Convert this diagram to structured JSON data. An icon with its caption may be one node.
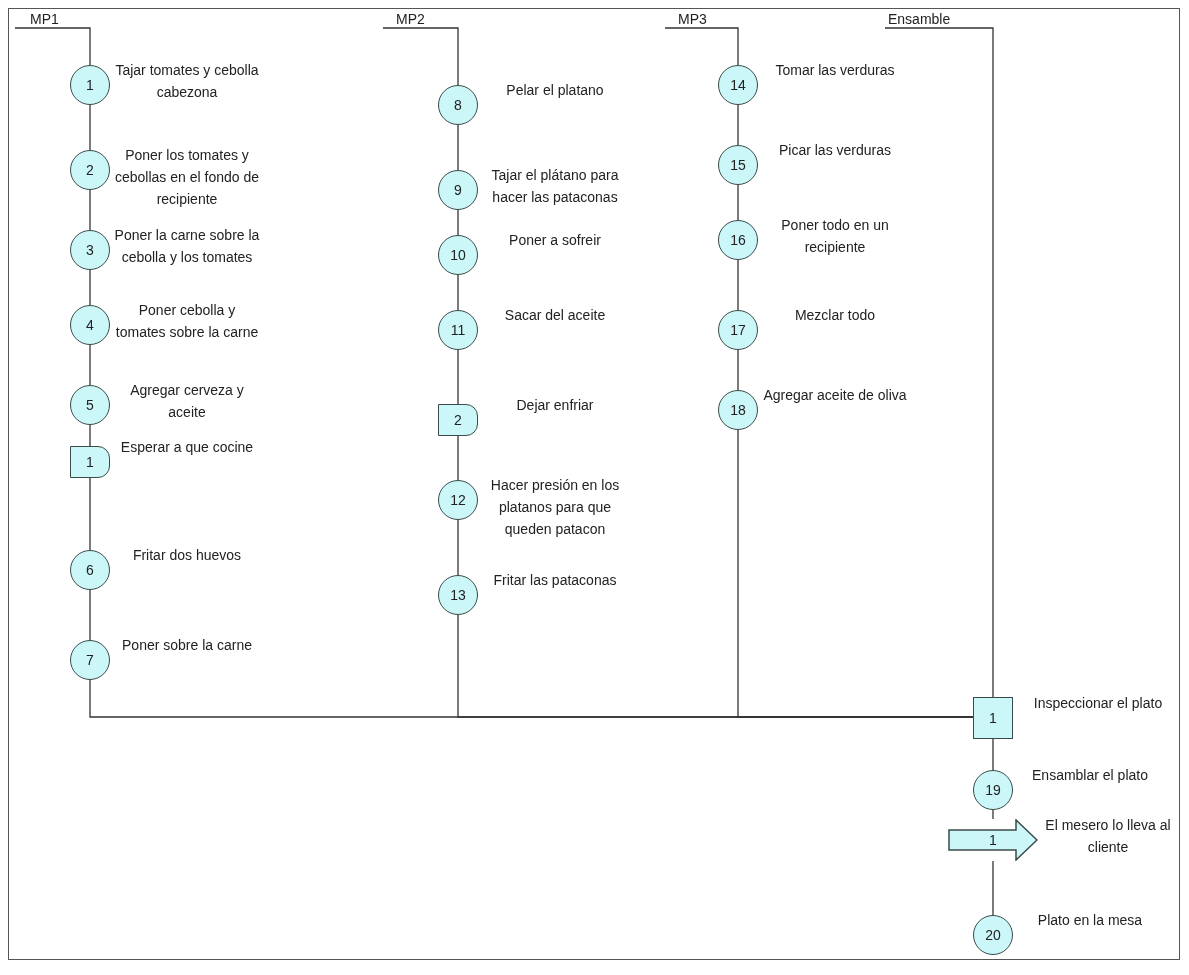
{
  "diagram": {
    "nodes": [
      {
        "text": [
          "MP1"
        ]
      },
      {
        "text": [
          "1"
        ],
        "beside": [
          "Tajar tomates y cebolla cabezona"
        ]
      },
      {
        "text": [
          "2"
        ],
        "beside": [
          "Poner los tomates y cebollas en el fondo de recipiente"
        ]
      },
      {
        "text": [
          "3"
        ],
        "beside": [
          "Poner la carne sobre la cebolla y los tomates"
        ]
      },
      {
        "text": [
          "4"
        ],
        "beside": [
          "Poner cebolla y tomates sobre la carne"
        ]
      },
      {
        "text": [
          "5"
        ],
        "beside": [
          "Agregar cerveza y aceite"
        ]
      },
      {
        "text": [
          "1"
        ],
        "beside": [
          "Esperar a que cocine"
        ]
      },
      {
        "text": [
          "6"
        ],
        "beside": [
          "Fritar dos huevos"
        ]
      },
      {
        "text": [
          "7"
        ],
        "beside": [
          "Poner sobre la carne"
        ]
      },
      {
        "text": [
          "MP2"
        ]
      },
      {
        "text": [
          "8"
        ],
        "beside": [
          "Pelar el platano"
        ]
      },
      {
        "text": [
          "9"
        ],
        "beside": [
          "Tajar el plátano para hacer las pataconas"
        ]
      },
      {
        "text": [
          "10"
        ],
        "beside": [
          "Poner a sofreir"
        ]
      },
      {
        "text": [
          "11"
        ],
        "beside": [
          "Sacar del aceite"
        ]
      },
      {
        "text": [
          "2"
        ],
        "beside": [
          "Dejar enfriar"
        ]
      },
      {
        "text": [
          "12"
        ],
        "beside": [
          "Hacer presión en los platanos para que queden patacon"
        ]
      },
      {
        "text": [
          "13"
        ],
        "beside": [
          "Fritar las pataconas"
        ]
      },
      {
        "text": [
          "MP3"
        ]
      },
      {
        "text": [
          "14"
        ],
        "beside": [
          "Tomar las verduras"
        ]
      },
      {
        "text": [
          "15"
        ],
        "beside": [
          "Picar las verduras"
        ]
      },
      {
        "text": [
          "16"
        ],
        "beside": [
          "Poner todo en un recipiente"
        ]
      },
      {
        "text": [
          "17"
        ],
        "beside": [
          "Mezclar todo"
        ]
      },
      {
        "text": [
          "18"
        ],
        "beside": [
          "Agregar aceite de oliva"
        ]
      },
      {
        "text": [
          "Ensamble"
        ]
      },
      {
        "text": [
          "1"
        ],
        "beside": [
          "Inspeccionar el plato"
        ]
      },
      {
        "text": [
          "19"
        ],
        "beside": [
          "Ensamblar el plato"
        ]
      },
      {
        "text": [
          "1"
        ],
        "beside": [
          "El mesero lo lleva al cliente"
        ]
      },
      {
        "text": [
          "20"
        ],
        "beside": [
          "Plato en la mesa"
        ]
      }
    ],
    "edges": [
      {
        "from": 0,
        "to": 1,
        "arrow": "none"
      },
      {
        "from": 1,
        "to": 2,
        "arrow": "none"
      },
      {
        "from": 2,
        "to": 3,
        "arrow": "none"
      },
      {
        "from": 3,
        "to": 4,
        "arrow": "none"
      },
      {
        "from": 4,
        "to": 5,
        "arrow": "none"
      },
      {
        "from": 5,
        "to": 6,
        "arrow": "none"
      },
      {
        "from": 6,
        "to": 7,
        "arrow": "none"
      },
      {
        "from": 7,
        "to": 8,
        "arrow": "none"
      },
      {
        "from": 9,
        "to": 10,
        "arrow": "none"
      },
      {
        "from": 10,
        "to": 11,
        "arrow": "none"
      },
      {
        "from": 11,
        "to": 12,
        "arrow": "none"
      },
      {
        "from": 12,
        "to": 13,
        "arrow": "none"
      },
      {
        "from": 13,
        "to": 14,
        "arrow": "none"
      },
      {
        "from": 14,
        "to": 15,
        "arrow": "none"
      },
      {
        "from": 15,
        "to": 16,
        "arrow": "none"
      },
      {
        "from": 17,
        "to": 18,
        "arrow": "none"
      },
      {
        "from": 18,
        "to": 19,
        "arrow": "none"
      },
      {
        "from": 19,
        "to": 20,
        "arrow": "none"
      },
      {
        "from": 20,
        "to": 21,
        "arrow": "none"
      },
      {
        "from": 21,
        "to": 22,
        "arrow": "none"
      },
      {
        "from": 8,
        "to": 24,
        "arrow": "none"
      },
      {
        "from": 16,
        "to": 24,
        "arrow": "none"
      },
      {
        "from": 22,
        "to": 24,
        "arrow": "none"
      },
      {
        "from": 23,
        "to": 24,
        "arrow": "none"
      },
      {
        "from": 24,
        "to": 25,
        "arrow": "none"
      },
      {
        "from": 25,
        "to": 26,
        "arrow": "none"
      },
      {
        "from": 26,
        "to": 27,
        "arrow": "none"
      }
    ]
  }
}
